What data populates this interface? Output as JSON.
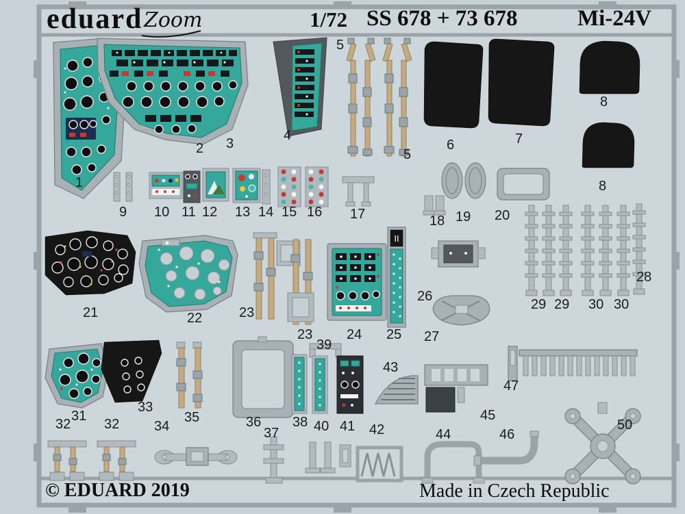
{
  "header": {
    "brand": "eduard",
    "series_logo": "Zoom",
    "scale": "1/72",
    "product_code": "SS 678 + 73 678",
    "subject": "Mi-24V"
  },
  "footer": {
    "copyright": "© EDUARD 2019",
    "made_in": "Made in Czech Republic"
  },
  "markings": {
    "part25": "II"
  },
  "part_labels": [
    "1",
    "2",
    "3",
    "4",
    "5",
    "5",
    "6",
    "7",
    "8",
    "8",
    "9",
    "10",
    "11",
    "12",
    "13",
    "14",
    "15",
    "16",
    "17",
    "18",
    "19",
    "20",
    "21",
    "22",
    "23",
    "23",
    "24",
    "25",
    "26",
    "27",
    "28",
    "29",
    "29",
    "30",
    "30",
    "31",
    "32",
    "32",
    "33",
    "34",
    "35",
    "36",
    "37",
    "38",
    "39",
    "40",
    "41",
    "42",
    "43",
    "44",
    "45",
    "46",
    "47",
    "50"
  ],
  "colors": {
    "background": "#c8d1d7",
    "metal": "#a8b1b6",
    "print_teal": "#36a89b",
    "part_black": "#161617",
    "strap_tan": "#c4ab83",
    "accent_red": "#c23b30"
  }
}
